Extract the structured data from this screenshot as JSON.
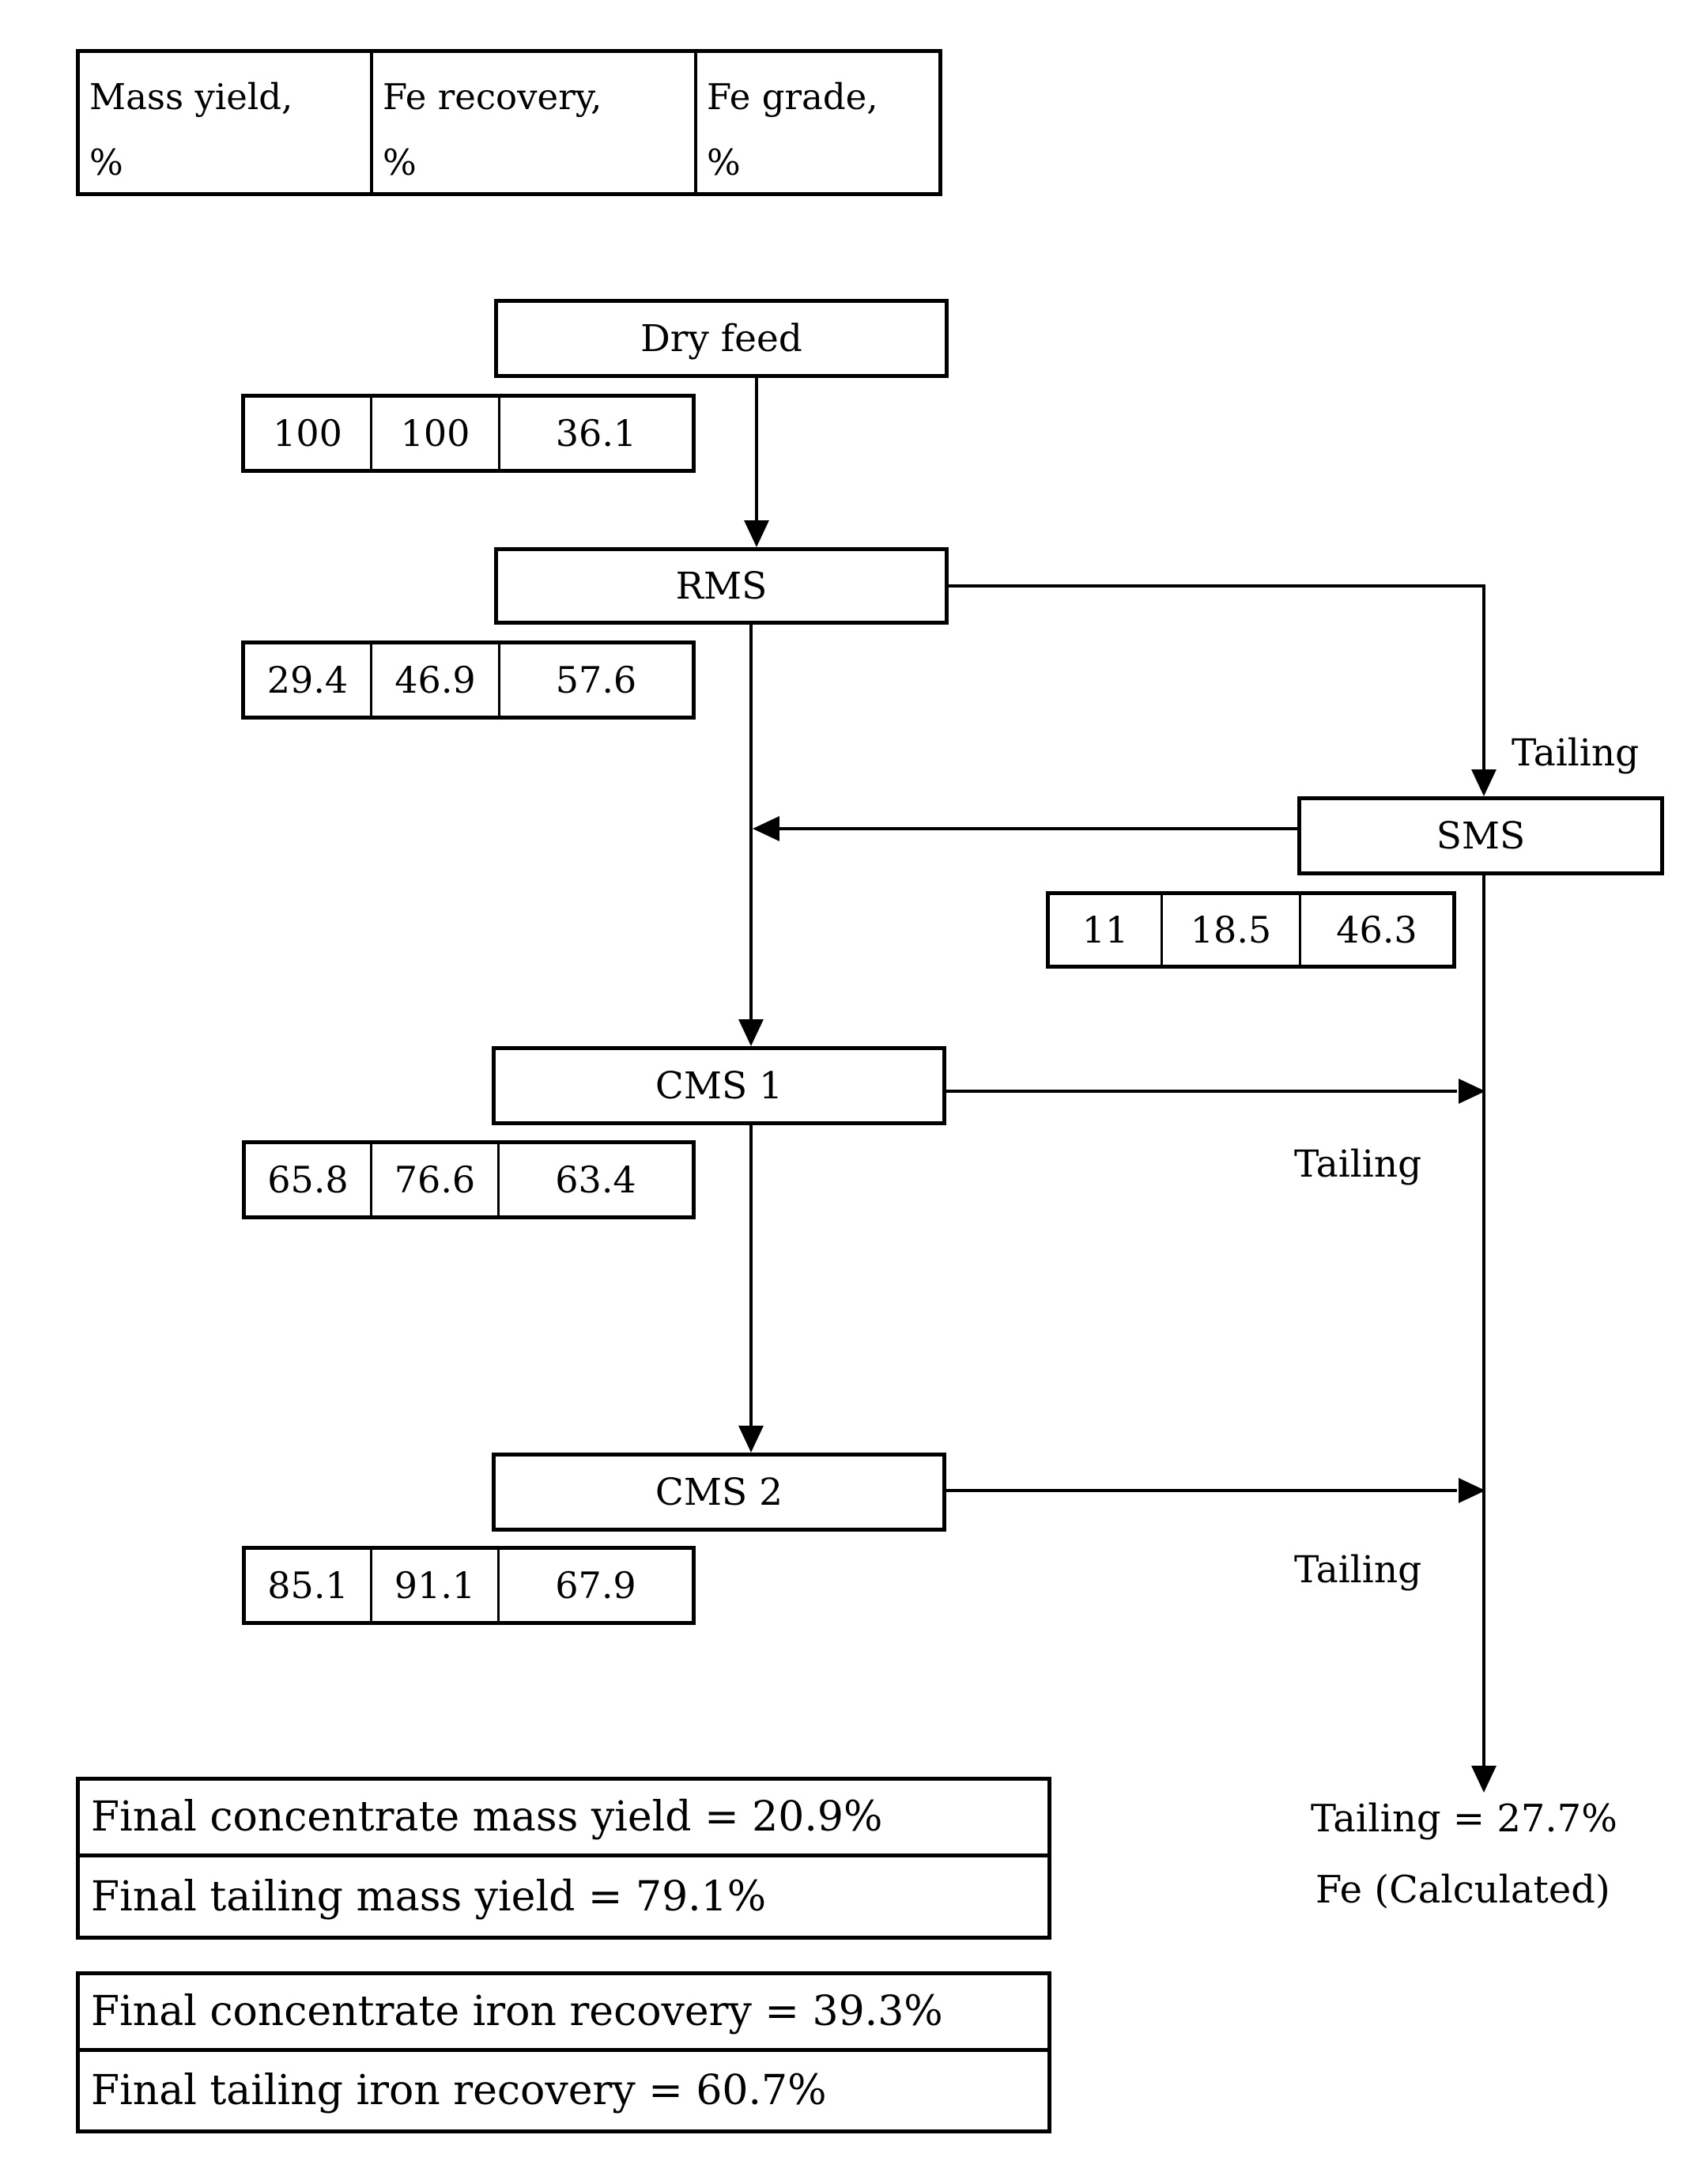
{
  "diagram": {
    "legend": {
      "mass_yield": "Mass yield,\n%",
      "fe_recovery": "Fe recovery,\n%",
      "fe_grade": "Fe grade,\n%"
    },
    "nodes": {
      "dry_feed": "Dry feed",
      "rms": "RMS",
      "sms": "SMS",
      "cms1": "CMS 1",
      "cms2": "CMS 2"
    },
    "values": {
      "dry_feed": {
        "mass_yield": "100",
        "fe_recovery": "100",
        "fe_grade": "36.1"
      },
      "rms": {
        "mass_yield": "29.4",
        "fe_recovery": "46.9",
        "fe_grade": "57.6"
      },
      "sms": {
        "mass_yield": "11",
        "fe_recovery": "18.5",
        "fe_grade": "46.3"
      },
      "cms1": {
        "mass_yield": "65.8",
        "fe_recovery": "76.6",
        "fe_grade": "63.4"
      },
      "cms2": {
        "mass_yield": "85.1",
        "fe_recovery": "91.1",
        "fe_grade": "67.9"
      }
    },
    "stream_labels": {
      "rms_tailing": "Tailing",
      "cms1_tailing": "Tailing",
      "cms2_tailing": "Tailing"
    },
    "final_tailing": {
      "line1": "Tailing = 27.7%",
      "line2": "Fe (Calculated)"
    },
    "results": {
      "concentrate_mass_yield": "Final concentrate mass yield = 20.9%",
      "tailing_mass_yield": "Final tailing mass yield = 79.1%",
      "concentrate_iron_recovery": "Final concentrate iron recovery = 39.3%",
      "tailing_iron_recovery": "Final tailing iron recovery = 60.7%"
    },
    "colors": {
      "line": "#000000",
      "text": "#000000",
      "background": "#ffffff"
    }
  }
}
